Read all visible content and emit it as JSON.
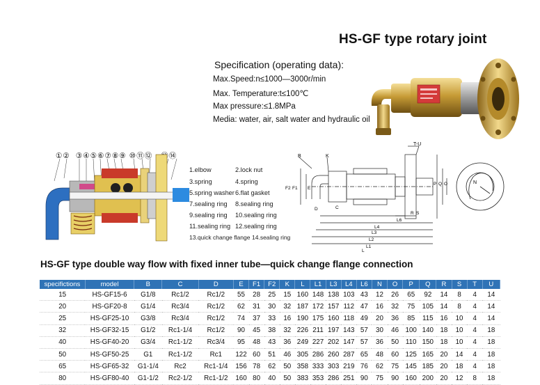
{
  "title": "HS-GF type rotary joint",
  "spec": {
    "heading": "Specification (operating data):",
    "lines": [
      "Max.Speed:n≤1000—3000r/min",
      "Max. Temperature:t≤100℃",
      "Max pressure:≤1.8MPa",
      "Media: water, air, salt water and hydraulic oil"
    ]
  },
  "cross_section": {
    "callouts": [
      "①",
      "②",
      "③",
      "④",
      "⑤",
      "⑥",
      "⑦",
      "⑧",
      "⑨",
      "⑩",
      "⑪",
      "⑫",
      "⑬",
      "⑭"
    ]
  },
  "parts": [
    [
      "1.elbow",
      "2.lock nut"
    ],
    [
      "3.spring",
      "4.spring"
    ],
    [
      "5.spring washer",
      "6.flat gasket"
    ],
    [
      "7.sealing ring",
      "8.sealing ring"
    ],
    [
      "9.sealing ring",
      "10.sealing ring"
    ],
    [
      "11.sealing ring",
      "12.sealing ring"
    ],
    [
      "13.quick change flange",
      "14.sealing ring"
    ]
  ],
  "drawing_labels": {
    "top": [
      "B",
      "K",
      "T-U"
    ],
    "left": [
      "F2",
      "F1",
      "E"
    ],
    "right": [
      "P",
      "Q",
      "O"
    ],
    "lower": [
      "D",
      "C",
      "R",
      "S",
      "L6"
    ],
    "lengths": [
      "L4",
      "L3",
      "L2",
      "L1",
      "L"
    ],
    "end_view": "N"
  },
  "table": {
    "heading": "HS-GF type double way flow with fixed inner tube—quick change flange connection",
    "columns": [
      "specifictions",
      "model",
      "B",
      "C",
      "D",
      "E",
      "F1",
      "F2",
      "K",
      "L",
      "L1",
      "L3",
      "L4",
      "L6",
      "N",
      "O",
      "P",
      "Q",
      "R",
      "S",
      "T",
      "U"
    ],
    "rows": [
      [
        "15",
        "HS-GF15-6",
        "G1/8",
        "Rc1/2",
        "Rc1/2",
        "55",
        "28",
        "25",
        "15",
        "160",
        "148",
        "138",
        "103",
        "43",
        "12",
        "26",
        "65",
        "92",
        "14",
        "8",
        "4",
        "14"
      ],
      [
        "20",
        "HS-GF20-8",
        "G1/4",
        "Rc3/4",
        "Rc1/2",
        "62",
        "31",
        "30",
        "32",
        "187",
        "172",
        "157",
        "112",
        "47",
        "16",
        "32",
        "75",
        "105",
        "14",
        "8",
        "4",
        "14"
      ],
      [
        "25",
        "HS-GF25-10",
        "G3/8",
        "Rc3/4",
        "Rc1/2",
        "74",
        "37",
        "33",
        "16",
        "190",
        "175",
        "160",
        "118",
        "49",
        "20",
        "36",
        "85",
        "115",
        "16",
        "10",
        "4",
        "14"
      ],
      [
        "32",
        "HS-GF32-15",
        "G1/2",
        "Rc1-1/4",
        "Rc1/2",
        "90",
        "45",
        "38",
        "32",
        "226",
        "211",
        "197",
        "143",
        "57",
        "30",
        "46",
        "100",
        "140",
        "18",
        "10",
        "4",
        "18"
      ],
      [
        "40",
        "HS-GF40-20",
        "G3/4",
        "Rc1-1/2",
        "Rc3/4",
        "95",
        "48",
        "43",
        "36",
        "249",
        "227",
        "202",
        "147",
        "57",
        "36",
        "50",
        "110",
        "150",
        "18",
        "10",
        "4",
        "18"
      ],
      [
        "50",
        "HS-GF50-25",
        "G1",
        "Rc1-1/2",
        "Rc1",
        "122",
        "60",
        "51",
        "46",
        "305",
        "286",
        "260",
        "287",
        "65",
        "48",
        "60",
        "125",
        "165",
        "20",
        "14",
        "4",
        "18"
      ],
      [
        "65",
        "HS-GF65-32",
        "G1-1/4",
        "Rc2",
        "Rc1-1/4",
        "156",
        "78",
        "62",
        "50",
        "358",
        "333",
        "303",
        "219",
        "76",
        "62",
        "75",
        "145",
        "185",
        "20",
        "18",
        "4",
        "18"
      ],
      [
        "80",
        "HS-GF80-40",
        "G1-1/2",
        "Rc2-1/2",
        "Rc1-1/2",
        "160",
        "80",
        "40",
        "50",
        "383",
        "353",
        "286",
        "251",
        "90",
        "75",
        "90",
        "160",
        "200",
        "20",
        "12",
        "8",
        "18"
      ]
    ]
  },
  "colors": {
    "header_blue": "#2f73b6",
    "brass": "#c9a545",
    "elbow_blue": "#2d6fc0",
    "housing_red": "#c93a2a"
  }
}
